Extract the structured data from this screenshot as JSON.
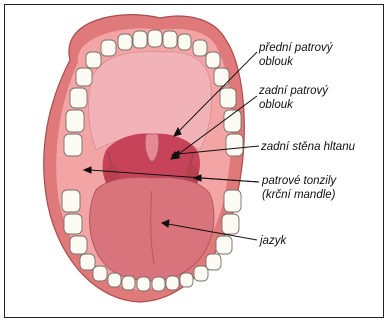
{
  "labels": {
    "anterior_arch": {
      "line1": "přední patrový",
      "line2": "oblouk"
    },
    "posterior_arch": {
      "line1": "zadní patrový",
      "line2": "oblouk"
    },
    "pharynx_wall": {
      "line1": "zadní stěna hltanu"
    },
    "tonsils": {
      "line1": "patrové tonzily",
      "line2": "(krční mandle)"
    },
    "tongue": {
      "line1": "jazyk"
    }
  },
  "colors": {
    "lips": "#e07a7a",
    "gums": "#f3a5a5",
    "palate": "#f2b3b8",
    "throat": "#c7435a",
    "tongue": "#d9747c",
    "teeth": "#fbfaf3"
  }
}
